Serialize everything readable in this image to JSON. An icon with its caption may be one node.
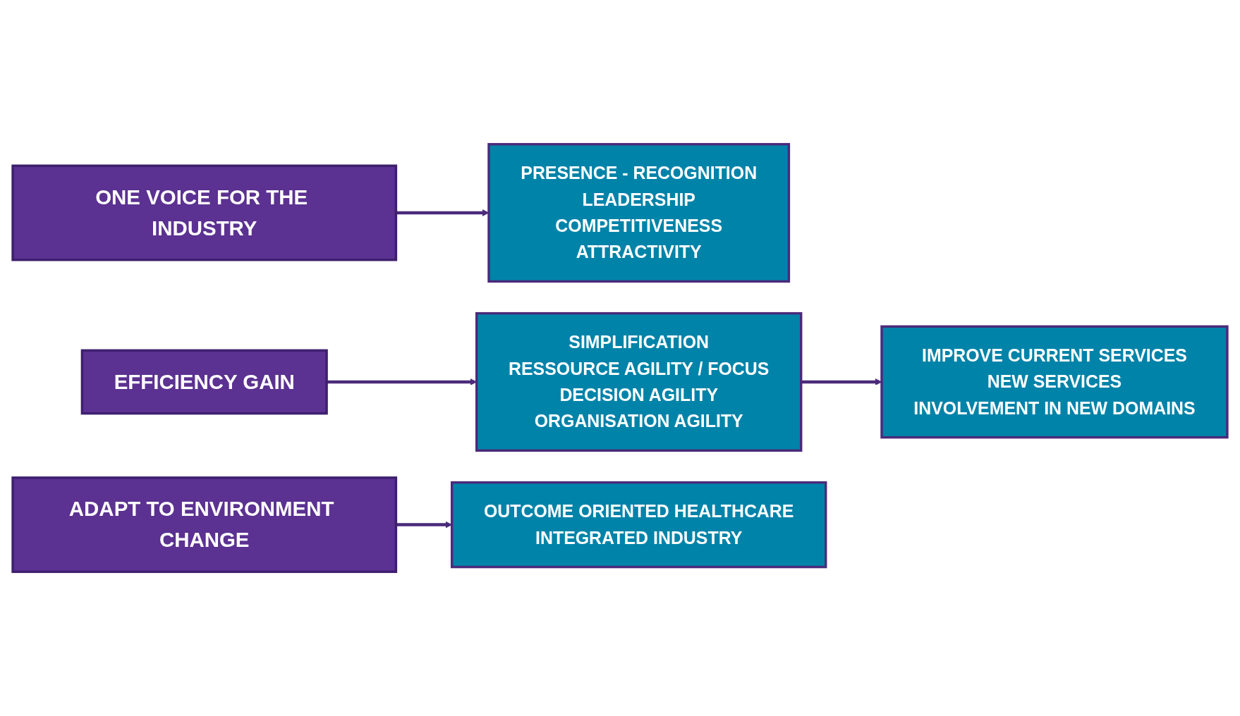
{
  "diagram": {
    "nodes": [
      {
        "text": [
          "ONE VOICE FOR THE INDUSTRY"
        ]
      },
      {
        "text": [
          "PRESENCE - RECOGNITION",
          "LEADERSHIP",
          "COMPETITIVENESS",
          "ATTRACTIVITY"
        ]
      },
      {
        "text": [
          "EFFICIENCY GAIN"
        ]
      },
      {
        "text": [
          "SIMPLIFICATION",
          "RESSOURCE AGILITY / FOCUS",
          "DECISION AGILITY",
          "ORGANISATION AGILITY"
        ]
      },
      {
        "text": [
          "IMPROVE CURRENT SERVICES",
          "NEW SERVICES",
          "INVOLVEMENT IN NEW DOMAINS"
        ]
      },
      {
        "text": [
          "ADAPT TO ENVIRONMENT CHANGE"
        ]
      },
      {
        "text": [
          "OUTCOME ORIENTED HEALTHCARE",
          "INTEGRATED INDUSTRY"
        ]
      }
    ],
    "edges": [
      {
        "from": 0,
        "to": 1,
        "arrow": "to"
      },
      {
        "from": 2,
        "to": 3,
        "arrow": "to"
      },
      {
        "from": 3,
        "to": 4,
        "arrow": "to"
      },
      {
        "from": 5,
        "to": 6,
        "arrow": "to"
      }
    ]
  }
}
